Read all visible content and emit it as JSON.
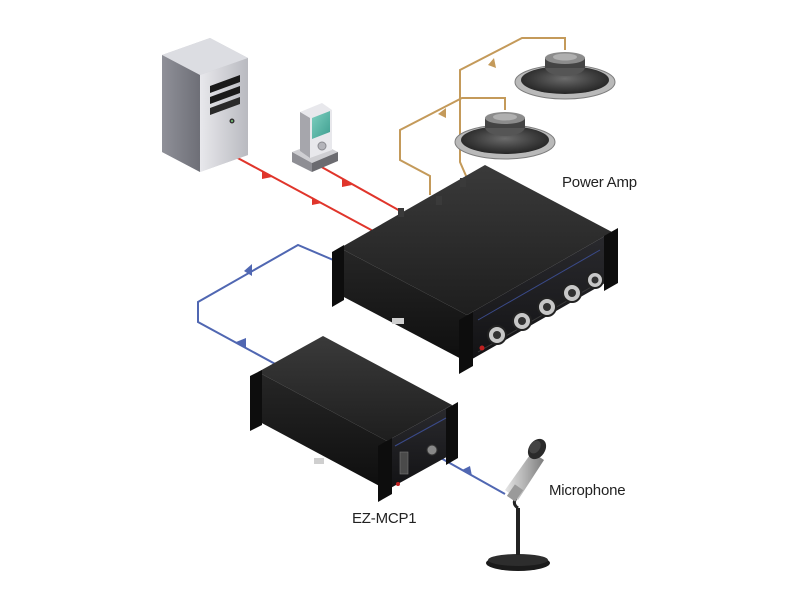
{
  "labels": {
    "power_amp": "Power Amp",
    "ez_mcp1": "EZ-MCP1",
    "microphone": "Microphone"
  },
  "colors": {
    "audio_line": "#e0352b",
    "speaker_line": "#c49a5a",
    "mic_line": "#5067b2",
    "chassis": "#1c1c1c",
    "background": "#ffffff"
  },
  "icons": [
    "computer-tower-icon",
    "media-player-dock-icon",
    "speaker-icon",
    "power-amp-icon",
    "ez-mcp1-device-icon",
    "microphone-icon"
  ]
}
